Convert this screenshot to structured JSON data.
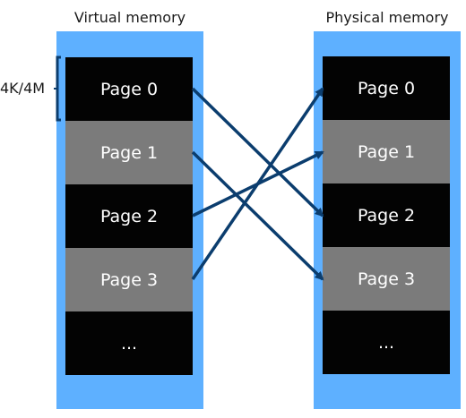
{
  "virtual_memory": {
    "title": "Virtual memory",
    "pages": [
      "Page 0",
      "Page 1",
      "Page 2",
      "Page 3",
      "..."
    ]
  },
  "physical_memory": {
    "title": "Physical memory",
    "pages": [
      "Page 0",
      "Page 1",
      "Page 2",
      "Page 3",
      "..."
    ]
  },
  "page_size_label": "4K/4M",
  "mappings": [
    {
      "from": "Page 0",
      "to": "Page 2"
    },
    {
      "from": "Page 1",
      "to": "Page 3"
    },
    {
      "from": "Page 2",
      "to": "Page 1"
    },
    {
      "from": "Page 3",
      "to": "Page 0"
    }
  ],
  "colors": {
    "panel": "#5eb0ff",
    "page_dark": "#030303",
    "page_gray": "#7b7b7b",
    "arrow": "#0b3d6e",
    "text_on_page": "#ffffff"
  }
}
